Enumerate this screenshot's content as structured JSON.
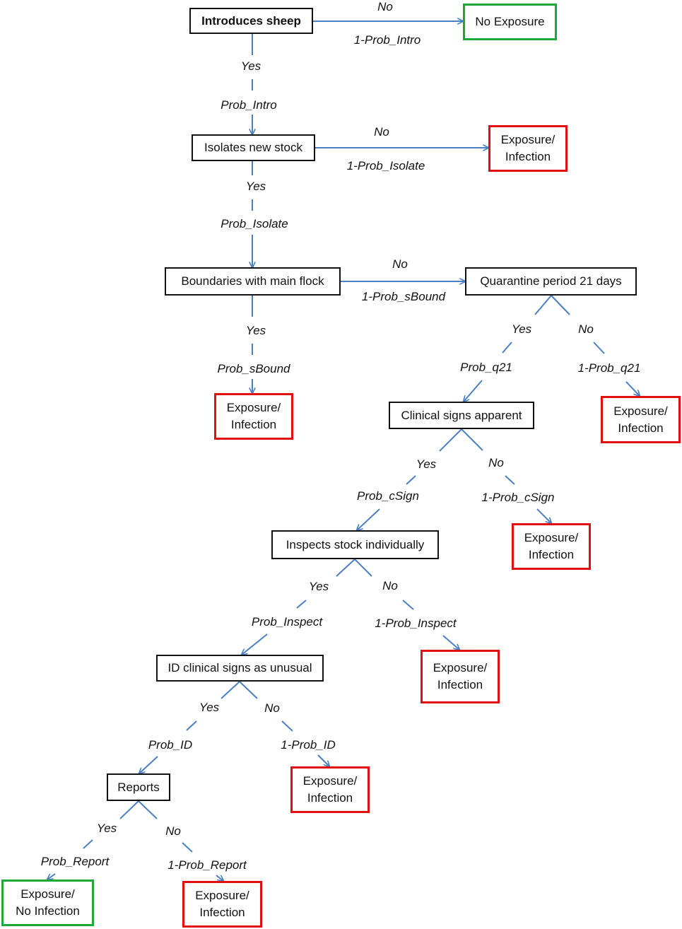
{
  "nodes": {
    "introduces_sheep": "Introduces  sheep",
    "no_exposure": "No Exposure",
    "isolates_new_stock": "Isolates new stock",
    "exp_inf_isolate": [
      "Exposure/",
      "Infection"
    ],
    "boundaries": "Boundaries with main flock",
    "exp_inf_bound": [
      "Exposure/",
      "Infection"
    ],
    "quarantine": "Quarantine period 21 days",
    "exp_inf_q21": [
      "Exposure/",
      "Infection"
    ],
    "clinical_signs": "Clinical signs apparent",
    "exp_inf_csign": [
      "Exposure/",
      "Infection"
    ],
    "inspects": "Inspects stock individually",
    "exp_inf_inspect": [
      "Exposure/",
      "Infection"
    ],
    "id_signs": "ID clinical signs as unusual",
    "exp_inf_id": [
      "Exposure/",
      "Infection"
    ],
    "reports": "Reports",
    "exp_no_inf": [
      "Exposure/",
      "No Infection"
    ],
    "exp_inf_report": [
      "Exposure/",
      "Infection"
    ]
  },
  "labels": {
    "intro_no": "No",
    "intro_no_prob": "1-Prob_Intro",
    "intro_yes": "Yes",
    "intro_yes_prob": "Prob_Intro",
    "isolate_no": "No",
    "isolate_no_prob": "1-Prob_Isolate",
    "isolate_yes": "Yes",
    "isolate_yes_prob": "Prob_Isolate",
    "bound_no": "No",
    "bound_no_prob": "1-Prob_sBound",
    "bound_yes": "Yes",
    "bound_yes_prob": "Prob_sBound",
    "q21_yes": "Yes",
    "q21_yes_prob": "Prob_q21",
    "q21_no": "No",
    "q21_no_prob": "1-Prob_q21",
    "csign_yes": "Yes",
    "csign_yes_prob": "Prob_cSign",
    "csign_no": "No",
    "csign_no_prob": "1-Prob_cSign",
    "inspect_yes": "Yes",
    "inspect_yes_prob": "Prob_Inspect",
    "inspect_no": "No",
    "inspect_no_prob": "1-Prob_Inspect",
    "id_yes": "Yes",
    "id_yes_prob": "Prob_ID",
    "id_no": "No",
    "id_no_prob": "1-Prob_ID",
    "report_yes": "Yes",
    "report_yes_prob": "Prob_Report",
    "report_no": "No",
    "report_no_prob": "1-Prob_Report"
  },
  "colors": {
    "edge": "#4a7fc1",
    "decision_border": "#111111",
    "infection_border": "#e01010",
    "no_infection_border": "#1fa83a"
  }
}
